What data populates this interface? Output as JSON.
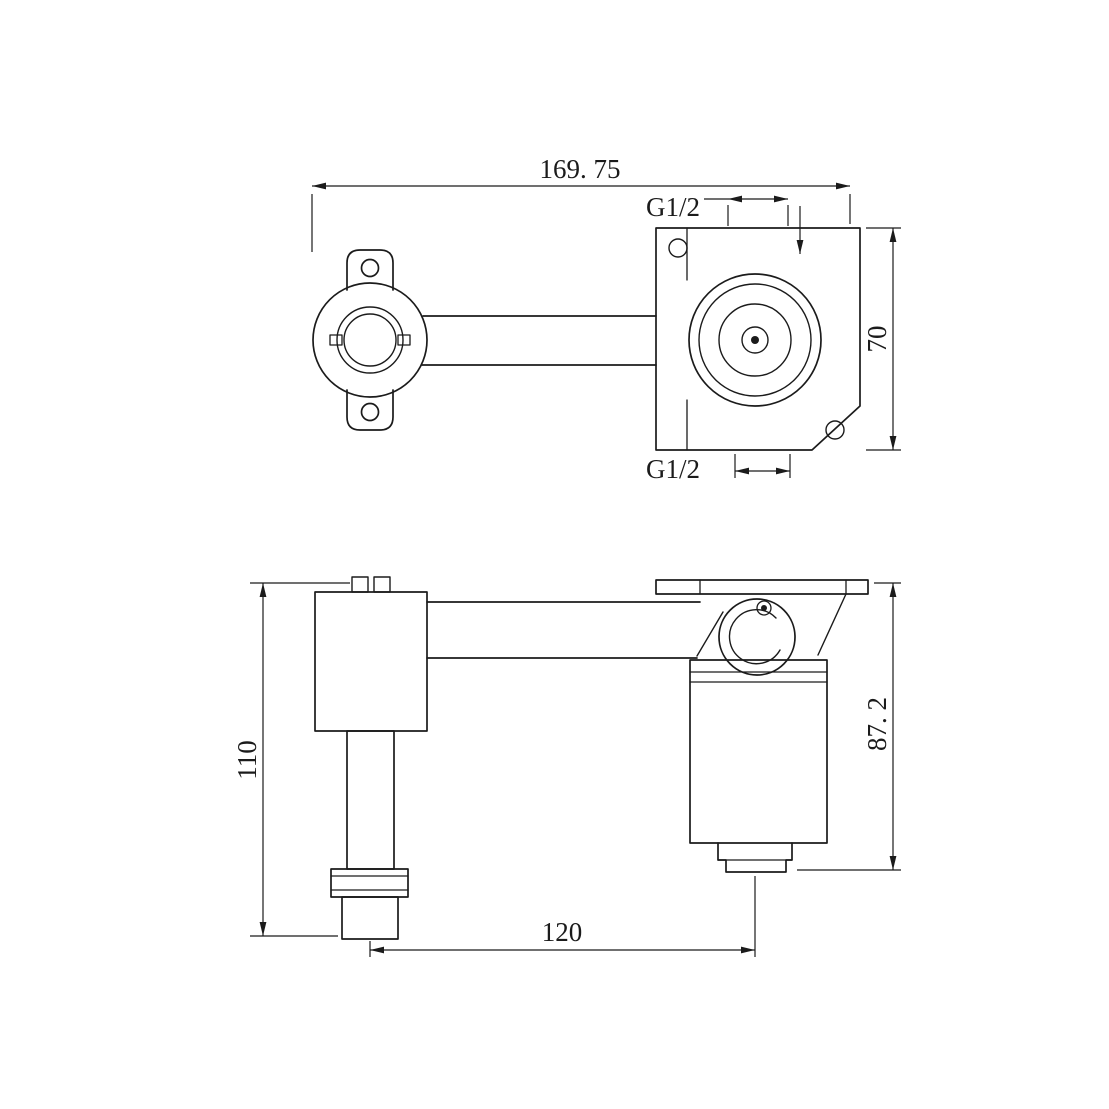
{
  "sheet": {
    "background": "#ffffff",
    "ink": "#1b1b1b"
  },
  "drawing": {
    "top_view": {
      "overall_width": "169. 75",
      "top_thread": "G1/2",
      "body_height": "70",
      "bottom_thread": "G1/2"
    },
    "side_view": {
      "height_left": "110",
      "height_right": "87. 2",
      "center_distance": "120"
    }
  }
}
